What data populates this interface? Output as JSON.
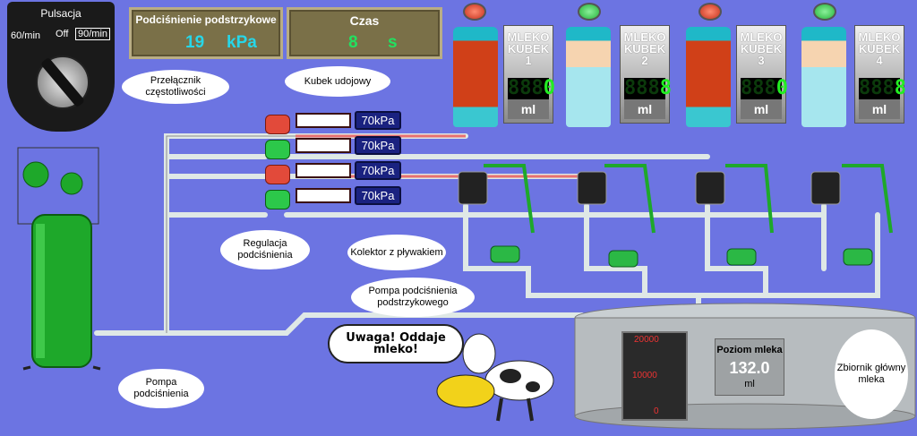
{
  "pulsation": {
    "title": "Pulsacja",
    "left": "60/min",
    "off": "Off",
    "right": "90/min"
  },
  "vacuum_panel": {
    "title": "Podciśnienie podstrzykowe",
    "value": "19",
    "unit": "kPa"
  },
  "time_panel": {
    "title": "Czas",
    "value": "8",
    "unit": "s"
  },
  "regulators": [
    {
      "label": "70kPa",
      "color": "#e24a3a"
    },
    {
      "label": "70kPa",
      "color": "#2cc84a"
    },
    {
      "label": "70kPa",
      "color": "#e24a3a"
    },
    {
      "label": "70kPa",
      "color": "#2cc84a"
    }
  ],
  "cups": [
    {
      "line1": "MLEKO",
      "line2": "KUBEK",
      "number": "1",
      "digit": "0",
      "unit": "ml",
      "lamp": "#c4301c"
    },
    {
      "line1": "MLEKO",
      "line2": "KUBEK",
      "number": "2",
      "digit": "8",
      "unit": "ml",
      "lamp": "#25b23a"
    },
    {
      "line1": "MLEKO",
      "line2": "KUBEK",
      "number": "3",
      "digit": "0",
      "unit": "ml",
      "lamp": "#c4301c"
    },
    {
      "line1": "MLEKO",
      "line2": "KUBEK",
      "number": "4",
      "digit": "8",
      "unit": "ml",
      "lamp": "#25b23a"
    }
  ],
  "callouts": {
    "switch": "Przełącznik częstotliwości",
    "cup": "Kubek udojowy",
    "regulation": "Regulacja podciśnienia",
    "collector": "Kolektor z pływakiem",
    "pump_booster": "Pompa podciśnienia podstrzykowego",
    "pump": "Pompa podciśnienia",
    "cow_speech": "Uwaga! Oddaje mleko!",
    "tank": "Zbiornik główny mleka"
  },
  "tank": {
    "level_title": "Poziom mleka",
    "level_value": "132.0",
    "level_unit": "ml",
    "scale_top": "20000",
    "scale_mid": "10000",
    "scale_bottom": "0"
  },
  "colors": {
    "background": "#6c74e2",
    "pipe": "#e8f0ee",
    "accent_green": "#1ea82a"
  }
}
